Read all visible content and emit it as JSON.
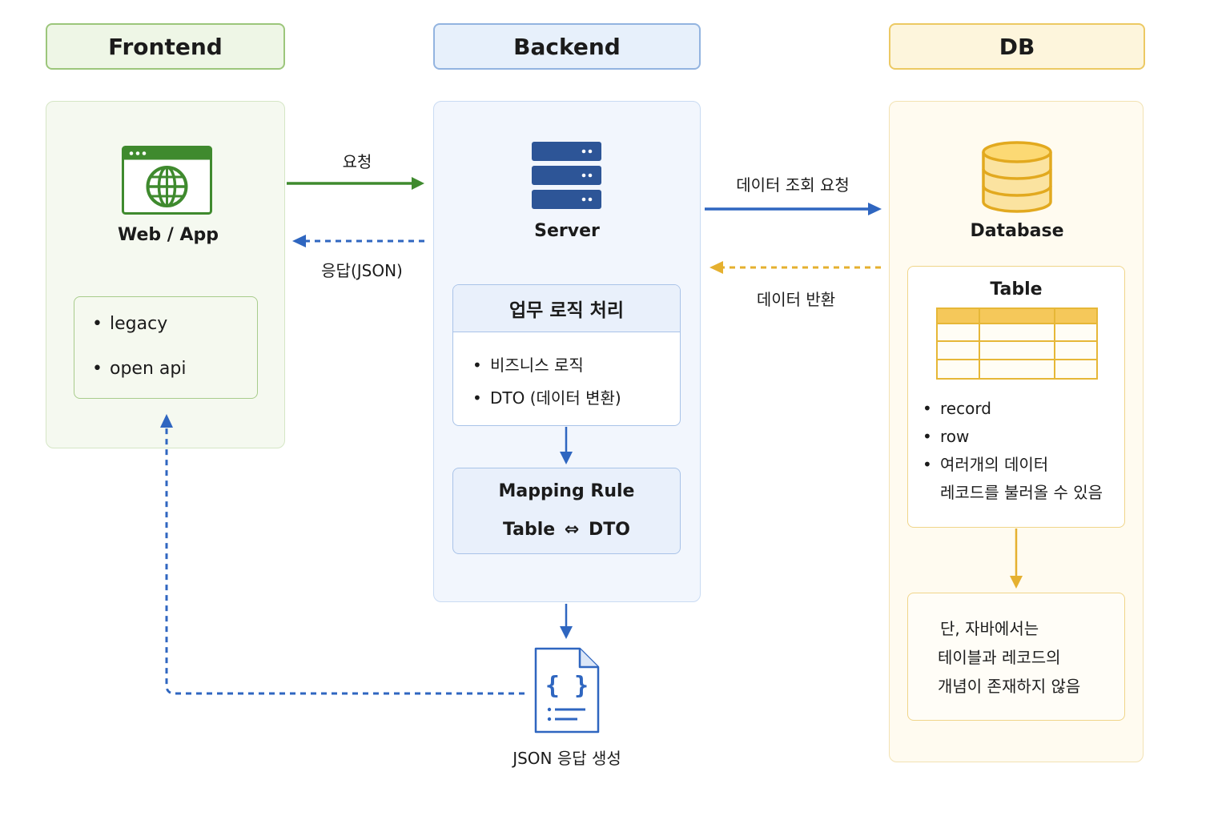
{
  "headers": {
    "frontend": "Frontend",
    "backend": "Backend",
    "db": "DB"
  },
  "frontend": {
    "icon": "browser-globe-icon",
    "label": "Web / App",
    "items": [
      "legacy",
      "open api"
    ]
  },
  "backend": {
    "icon": "server-icon",
    "label": "Server",
    "logic_title": "업무 로직 처리",
    "logic_items": [
      "비즈니스 로직",
      "DTO (데이터 변환)"
    ],
    "mapping_title": "Mapping Rule",
    "mapping_left": "Table",
    "mapping_arrow": "⇔",
    "mapping_right": "DTO"
  },
  "db": {
    "icon": "database-icon",
    "label": "Database",
    "table_title": "Table",
    "table_items": [
      "record",
      "row",
      "여러개의 데이터",
      "레코드를 불러올 수 있음"
    ],
    "note_lines": [
      "단, 자바에서는",
      "테이블과 레코드의",
      "개념이 존재하지 않음"
    ]
  },
  "flows": {
    "request": "요청",
    "response": "응답(JSON)",
    "query_request": "데이터 조회 요청",
    "data_return": "데이터 반환",
    "json_generate": "JSON 응답 생성"
  },
  "colors": {
    "green": "#3f8a2e",
    "blue": "#2f66c0",
    "yellow": "#e5b02f",
    "navy": "#2d5597"
  }
}
